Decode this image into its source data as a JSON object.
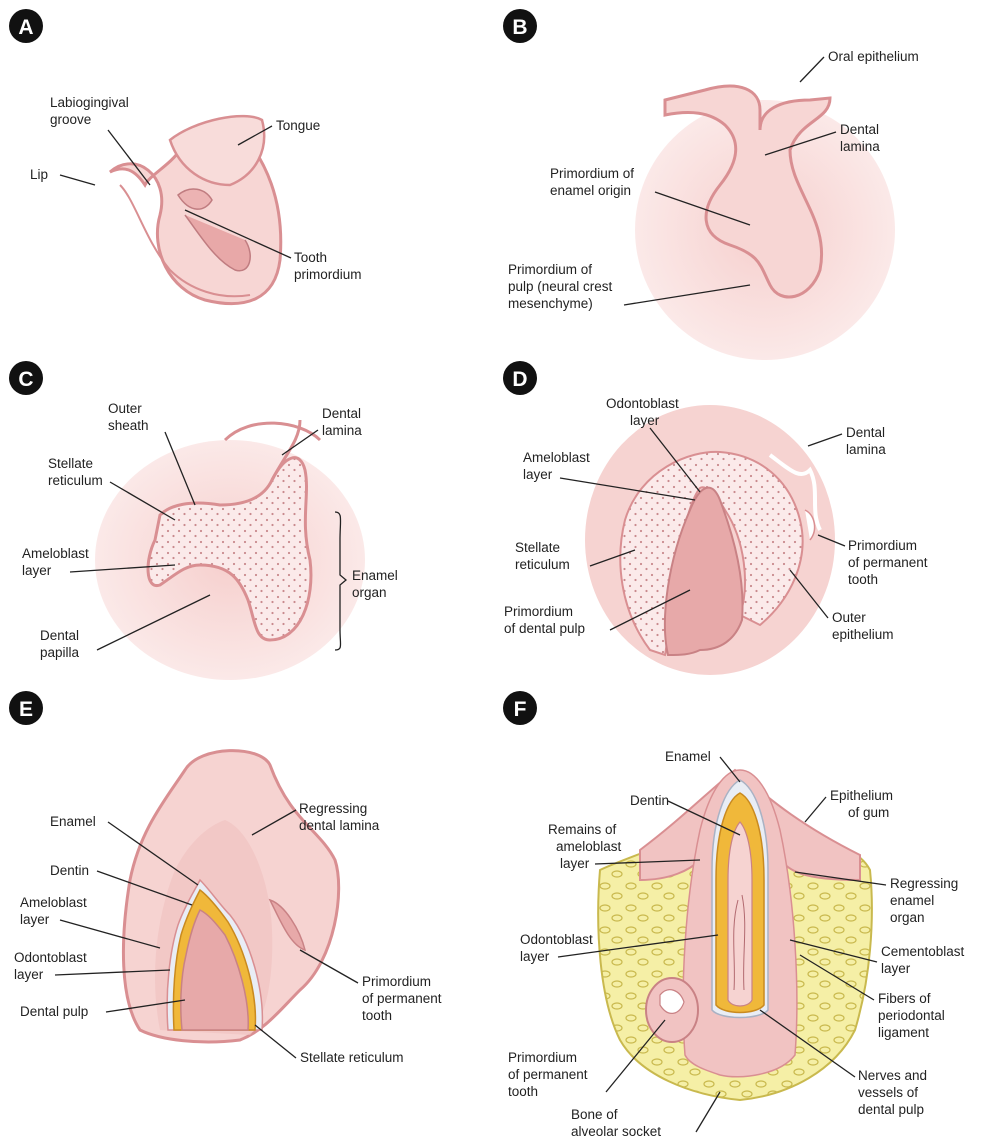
{
  "panels": [
    {
      "id": "A",
      "labels": [
        "Labiogingival",
        "groove",
        "Tongue",
        "Lip",
        "Tooth",
        "primordium"
      ]
    },
    {
      "id": "B",
      "labels": [
        "Oral epithelium",
        "Dental",
        "lamina",
        "Primordium of",
        "enamel origin",
        "Primordium of",
        "pulp (neural crest",
        "mesenchyme)"
      ]
    },
    {
      "id": "C",
      "labels": [
        "Outer",
        "sheath",
        "Dental",
        "lamina",
        "Stellate",
        "reticulum",
        "Ameloblast",
        "layer",
        "Enamel",
        "organ",
        "Dental",
        "papilla"
      ]
    },
    {
      "id": "D",
      "labels": [
        "Odontoblast",
        "layer",
        "Dental",
        "lamina",
        "Ameloblast",
        "layer",
        "Stellate",
        "reticulum",
        "Primordium",
        "of permanent",
        "tooth",
        "Primordium",
        "of dental pulp",
        "Outer",
        "epithelium"
      ]
    },
    {
      "id": "E",
      "labels": [
        "Regressing",
        "dental lamina",
        "Enamel",
        "Dentin",
        "Ameloblast",
        "layer",
        "Odontoblast",
        "layer",
        "Primordium",
        "of permanent",
        "tooth",
        "Dental pulp",
        "Stellate reticulum"
      ]
    },
    {
      "id": "F",
      "labels": [
        "Enamel",
        "Dentin",
        "Epithelium",
        "of gum",
        "Remains of",
        "ameloblast",
        "layer",
        "Regressing",
        "enamel",
        "organ",
        "Odontoblast",
        "layer",
        "Cementoblast",
        "layer",
        "Fibers of",
        "periodontal",
        "ligament",
        "Primordium",
        "of permanent",
        "tooth",
        "Nerves and",
        "vessels of",
        "dental pulp",
        "Bone of",
        "alveolar socket"
      ]
    }
  ],
  "colors": {
    "tissue": "#f6d3d1",
    "tissue_light": "#fbe6e4",
    "epithelium": "#d98f92",
    "pulp": "#e7a9a9",
    "dentin": "#f0b83a",
    "enamel": "#e9edf5",
    "bone": "#f5efa6",
    "bone_line": "#c9b94e"
  }
}
